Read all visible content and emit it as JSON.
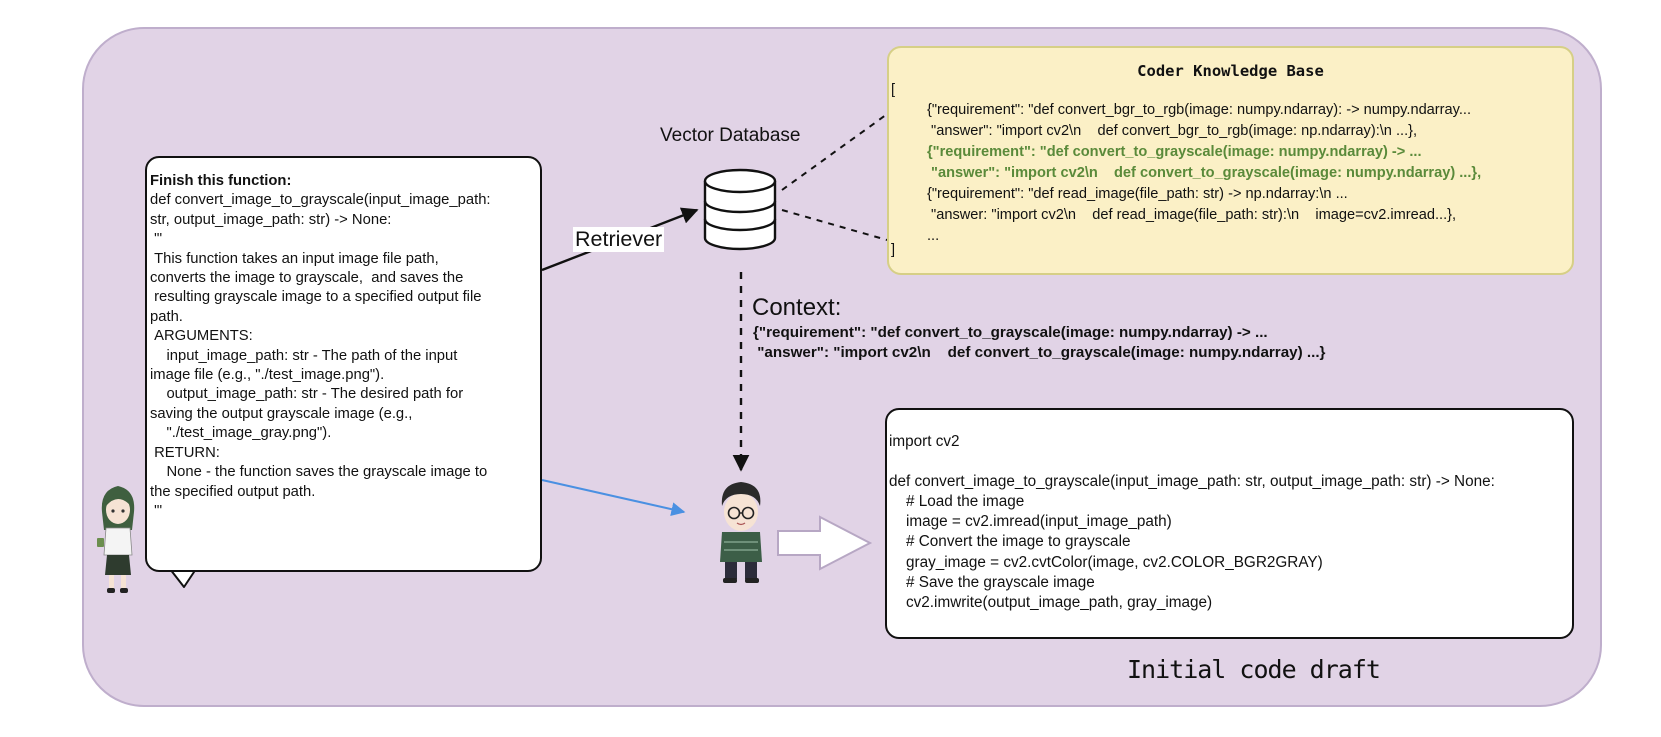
{
  "prompt": {
    "heading": "Finish this function:",
    "body": "\ndef convert_image_to_grayscale(input_image_path:\nstr, output_image_path: str) -> None:\n \"'\n This function takes an input image file path,\nconverts the image to grayscale,  and saves the\n resulting grayscale image to a specified output file\npath.\n ARGUMENTS:\n    input_image_path: str - The path of the input\nimage file (e.g., \"./test_image.png\").\n    output_image_path: str - The desired path for\nsaving the output grayscale image (e.g.,\n    \"./test_image_gray.png\").\n RETURN:\n    None - the function saves the grayscale image to\nthe specified output path.\n \"'"
  },
  "vector_database": {
    "label": "Vector Database"
  },
  "retriever": {
    "label": "Retriever"
  },
  "knowledge_base": {
    "title": "Coder Knowledge Base",
    "open_bracket": "[",
    "close_bracket": "]",
    "lines": [
      "{\"requirement\": \"def convert_bgr_to_rgb(image: numpy.ndarray): -> numpy.ndarray...",
      " \"answer\": \"import cv2\\n    def convert_bgr_to_rgb(image: np.ndarray):\\n ...},",
      "{\"requirement\": \"def convert_to_grayscale(image: numpy.ndarray) -> ...",
      " \"answer\": \"import cv2\\n    def convert_to_grayscale(image: numpy.ndarray) ...},",
      "{\"requirement\": \"def read_image(file_path: str) -> np.ndarray:\\n ...",
      " \"answer: \"import cv2\\n    def read_image(file_path: str):\\n    image=cv2.imread...},",
      "..."
    ],
    "highlight_color": "#5a8a3a"
  },
  "context": {
    "label": "Context:",
    "lines": [
      "{\"requirement\": \"def convert_to_grayscale(image: numpy.ndarray) -> ...",
      " \"answer\": \"import cv2\\n    def convert_to_grayscale(image: numpy.ndarray) ...}"
    ]
  },
  "code_draft": {
    "label": "Initial code draft",
    "code": "import cv2\n\ndef convert_image_to_grayscale(input_image_path: str, output_image_path: str) -> None:\n    # Load the image\n    image = cv2.imread(input_image_path)\n    # Convert the image to grayscale\n    gray_image = cv2.cvtColor(image, cv2.COLOR_BGR2GRAY)\n    # Save the grayscale image\n    cv2.imwrite(output_image_path, gray_image)"
  },
  "colors": {
    "panel": "#e1d3e6",
    "knowledge_base_fill": "#fbf0c6",
    "blue_arrow": "#4a90e2",
    "hollow_arrow": "#b7a7c4"
  },
  "icons": [
    "database-icon",
    "user-character-icon",
    "coder-character-icon",
    "hollow-arrow-icon"
  ]
}
